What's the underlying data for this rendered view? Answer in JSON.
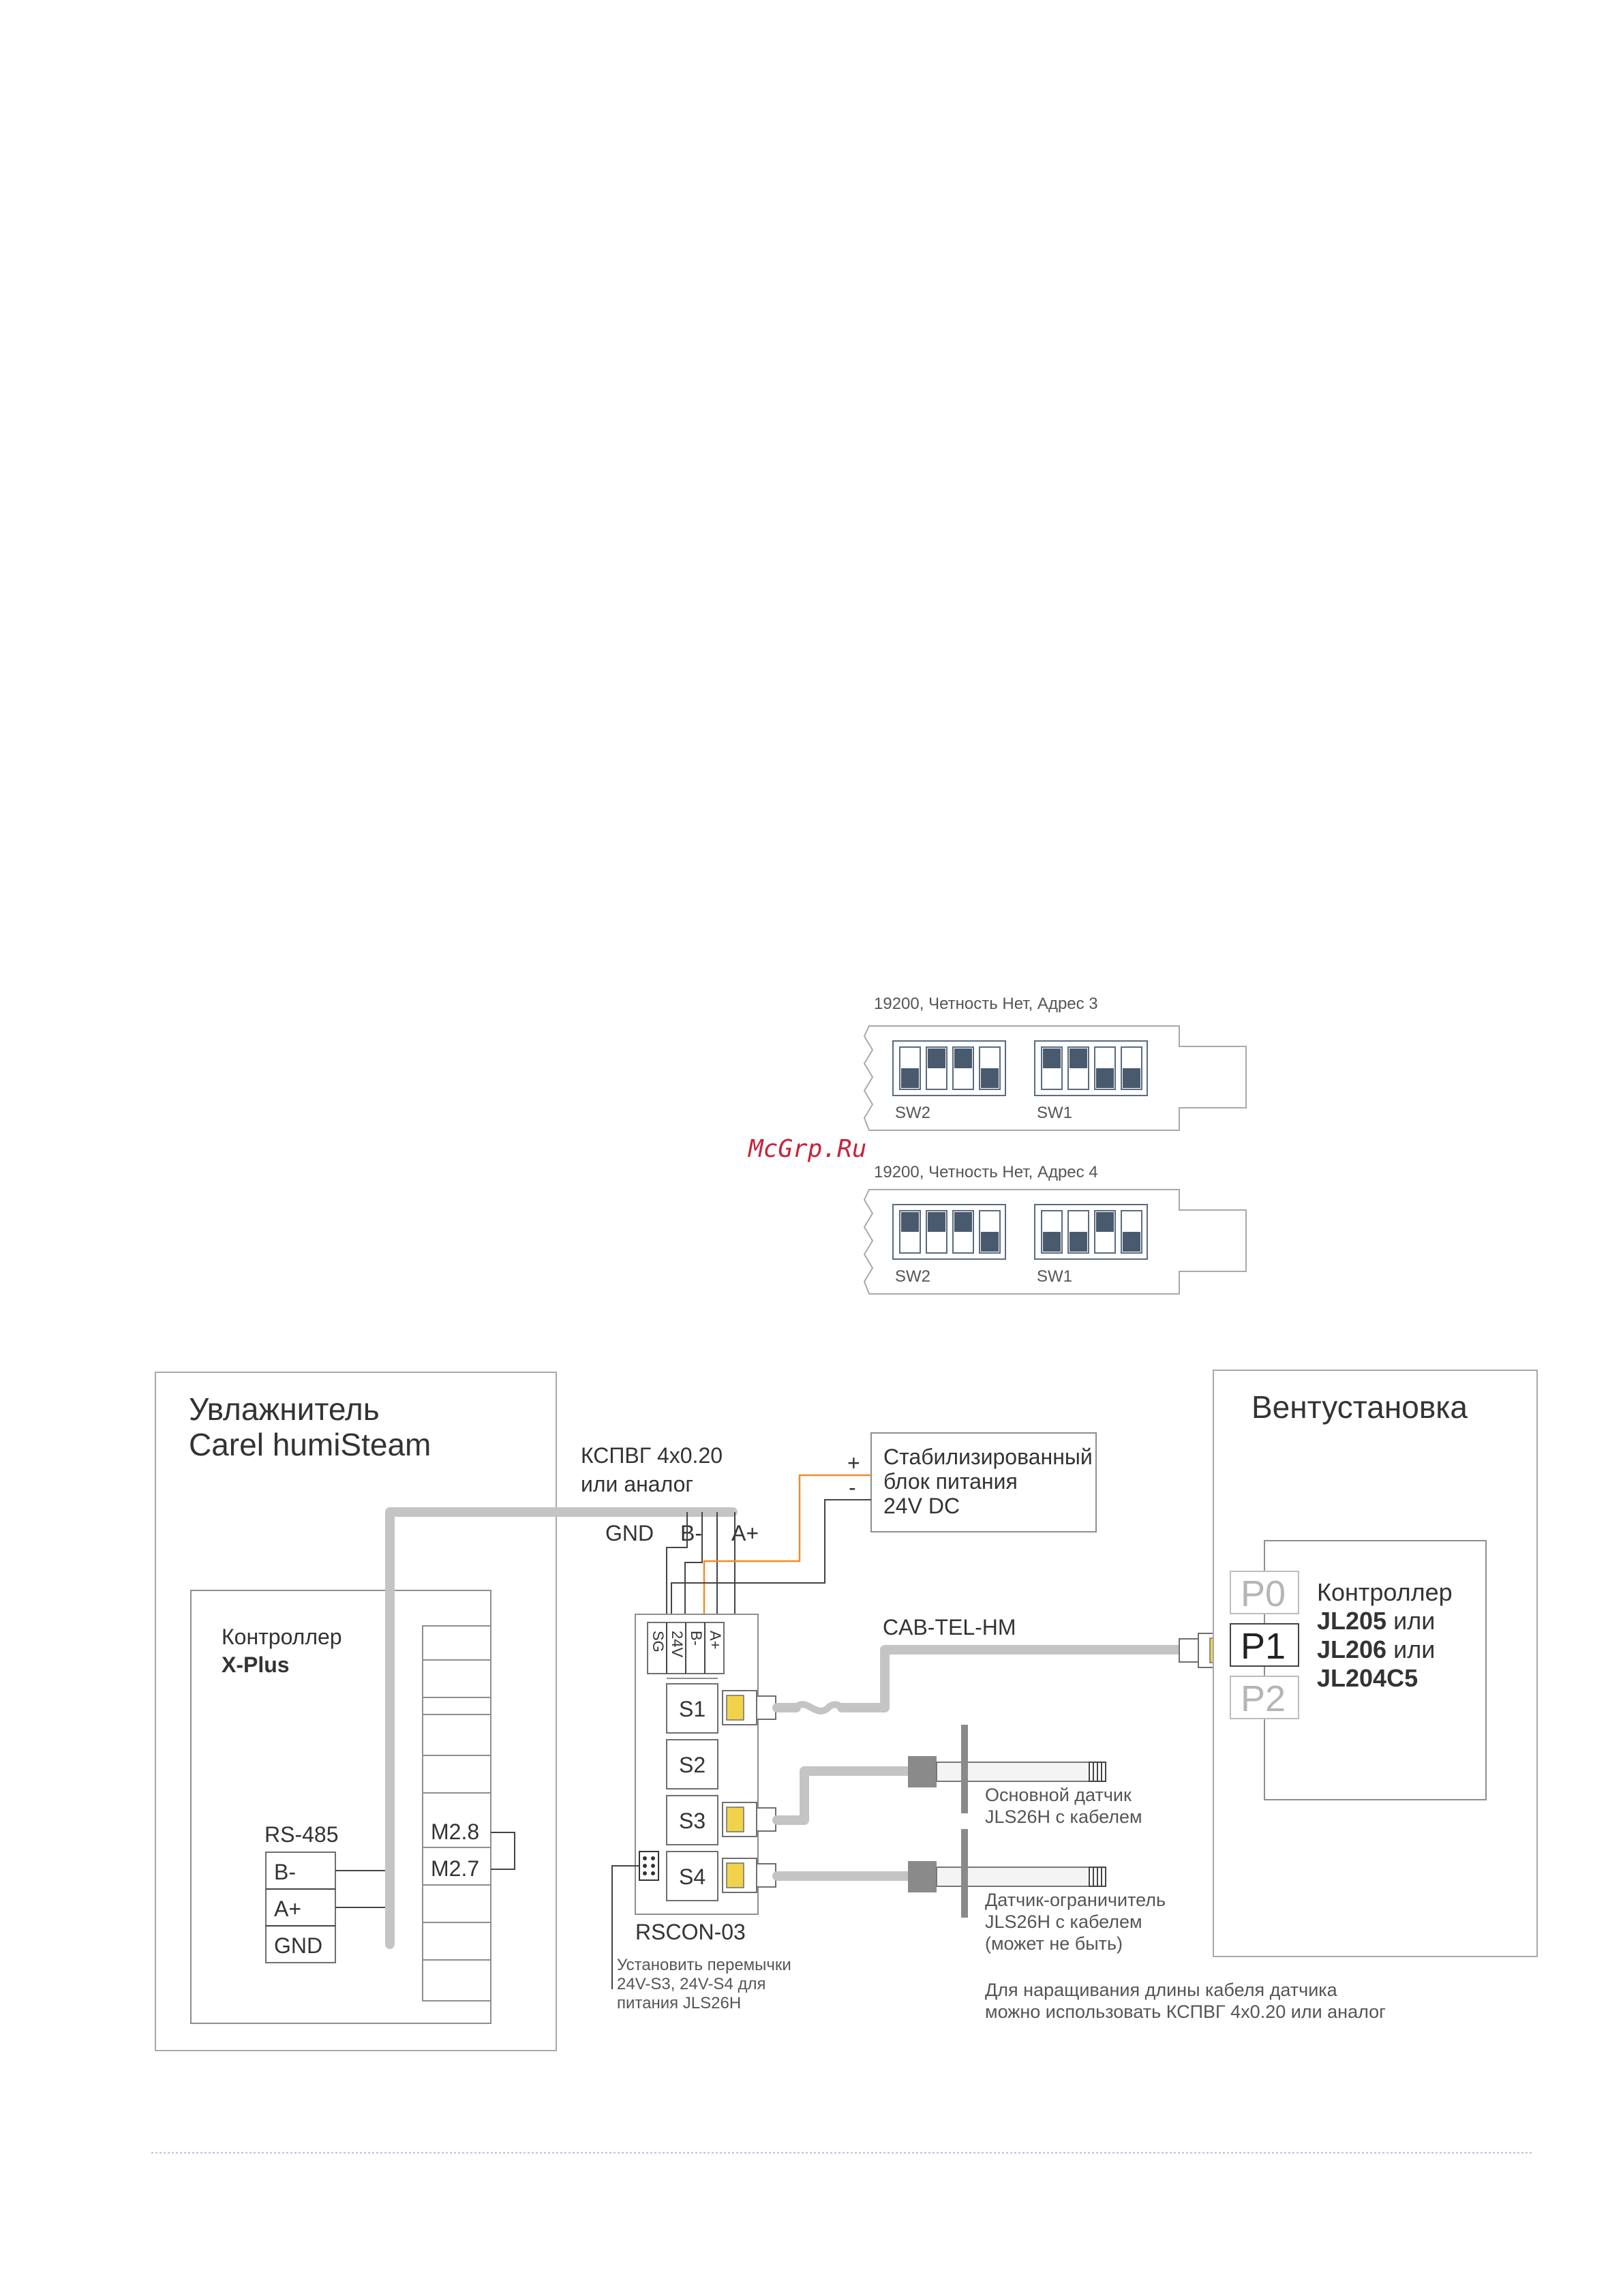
{
  "watermark": "McGrp.Ru",
  "dip_configs": [
    {
      "caption": "19200, Четность Нет, Адрес 3",
      "sw2_label": "SW2",
      "sw1_label": "SW1",
      "sw2": [
        "down",
        "up",
        "up",
        "down"
      ],
      "sw1": [
        "up",
        "up",
        "down",
        "down"
      ]
    },
    {
      "caption": "19200, Четность Нет, Адрес 4",
      "sw2_label": "SW2",
      "sw1_label": "SW1",
      "sw2": [
        "up",
        "up",
        "up",
        "down"
      ],
      "sw1": [
        "down",
        "down",
        "up",
        "down"
      ]
    }
  ],
  "humidifier": {
    "title_line1": "Увлажнитель",
    "title_line2": "Carel humiSteam",
    "controller_line1": "Контроллер",
    "controller_line2": "X-Plus",
    "rs485_label": "RS-485",
    "rs485_terminals": [
      "B-",
      "A+",
      "GND"
    ],
    "m_terminals": [
      "M2.8",
      "M2.7"
    ]
  },
  "cable": {
    "line1": "КСПВГ 4х0.20",
    "line2": "или аналог"
  },
  "bus_labels": [
    "GND",
    "B-",
    "A+"
  ],
  "power_supply": {
    "line1": "Стабилизированный",
    "line2": "блок питания",
    "line3": "24V DC",
    "plus": "+",
    "minus": "-"
  },
  "rscon": {
    "name": "RSCON-03",
    "terminals": [
      "SG",
      "24V",
      "B-",
      "A+"
    ],
    "ports": [
      "S1",
      "S2",
      "S3",
      "S4"
    ],
    "note_line1": "Установить перемычки",
    "note_line2": "24V-S3, 24V-S4 для",
    "note_line3": "питания JLS26H"
  },
  "tel_cable": "CAB-TEL-HM",
  "ventilation": {
    "title": "Вентустановка",
    "ports": [
      "P0",
      "P1",
      "P2"
    ],
    "ctrl_line1": "Контроллер",
    "ctrl_line2_b": "JL205",
    "ctrl_line2_r": " или",
    "ctrl_line3_b": "JL206",
    "ctrl_line3_r": " или",
    "ctrl_line4_b": "JL204C5"
  },
  "sensors": {
    "main_line1": "Основной датчик",
    "main_line2": "JLS26H с кабелем",
    "limit_line1": "Датчик-ограничитель",
    "limit_line2": "JLS26H с кабелем",
    "limit_line3": "(может не быть)",
    "extend_line1": "Для наращивания длины кабеля датчика",
    "extend_line2": "можно использовать КСПВГ 4х0.20 или аналог"
  }
}
